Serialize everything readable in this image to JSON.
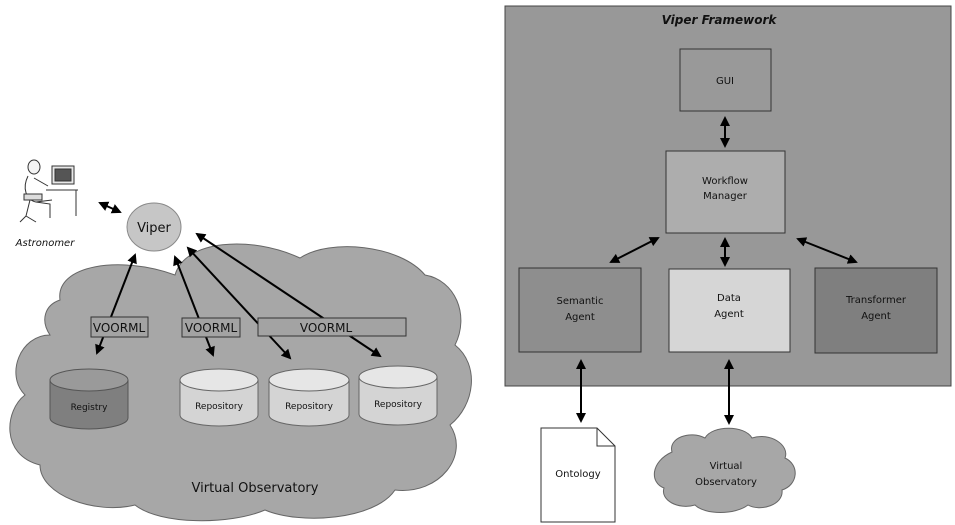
{
  "left": {
    "astronomer_label": "Astronomer",
    "viper_label": "Viper",
    "voorml_labels": [
      "VOORML",
      "VOORML",
      "VOORML"
    ],
    "registry_label": "Registry",
    "repository_labels": [
      "Repository",
      "Repository",
      "Repository"
    ],
    "cloud_label": "Virtual Observatory"
  },
  "right": {
    "framework_title": "Viper Framework",
    "gui_label": "GUI",
    "workflow_label": [
      "Workflow",
      "Manager"
    ],
    "semantic_label": [
      "Semantic",
      "Agent"
    ],
    "data_label": [
      "Data",
      "Agent"
    ],
    "transformer_label": [
      "Transformer",
      "Agent"
    ],
    "ontology_label": "Ontology",
    "vo_label": [
      "Virtual",
      "Observatory"
    ]
  },
  "colors": {
    "framework_bg": "#989898",
    "gui_fill": "#999999",
    "workflow_fill": "#adadad",
    "semantic_fill": "#8e8e8e",
    "data_fill": "#d6d6d6",
    "transformer_fill": "#7f7f7f",
    "cloud_fill": "#a7a7a7",
    "viper_fill": "#c6c6c6"
  }
}
